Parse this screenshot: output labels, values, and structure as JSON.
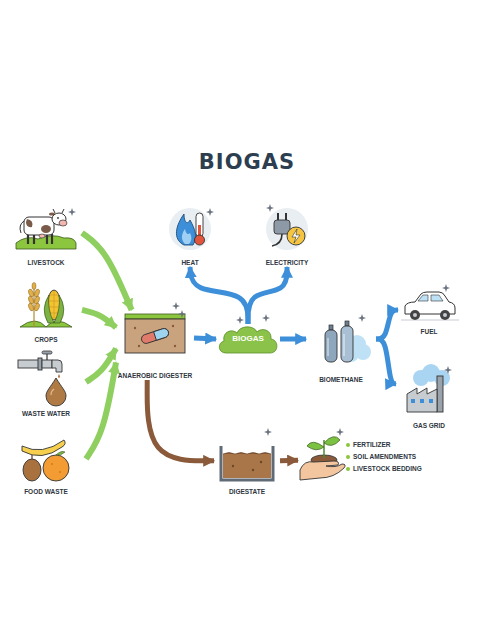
{
  "diagram": {
    "title": "BIOGAS",
    "nodes": [
      {
        "text": [
          "LIVESTOCK"
        ]
      },
      {
        "text": [
          "CROPS"
        ]
      },
      {
        "text": [
          "WASTE WATER"
        ]
      },
      {
        "text": [
          "FOOD WASTE"
        ]
      },
      {
        "text": [
          "ANAEROBIC DIGESTER"
        ]
      },
      {
        "text": [
          "HEAT"
        ]
      },
      {
        "text": [
          "ELECTRICITY"
        ]
      },
      {
        "text": [
          "BIOGAS"
        ]
      },
      {
        "text": [
          "BIOMETHANE"
        ]
      },
      {
        "text": [
          "FUEL"
        ]
      },
      {
        "text": [
          "GAS GRID"
        ]
      },
      {
        "text": [
          "DIGESTATE"
        ]
      },
      {
        "text": [
          "FERTILIZER",
          "SOIL AMENDMENTS",
          "LIVESTOCK BEDDING"
        ]
      }
    ],
    "edges": [
      {
        "from": 0,
        "to": 4,
        "arrow": "to"
      },
      {
        "from": 1,
        "to": 4,
        "arrow": "to"
      },
      {
        "from": 2,
        "to": 4,
        "arrow": "to"
      },
      {
        "from": 3,
        "to": 4,
        "arrow": "to"
      },
      {
        "from": 4,
        "to": 7,
        "arrow": "to"
      },
      {
        "from": 7,
        "to": 5,
        "arrow": "to"
      },
      {
        "from": 7,
        "to": 6,
        "arrow": "to"
      },
      {
        "from": 7,
        "to": 8,
        "arrow": "to"
      },
      {
        "from": 8,
        "to": 9,
        "arrow": "to"
      },
      {
        "from": 8,
        "to": 10,
        "arrow": "to"
      },
      {
        "from": 4,
        "to": 11,
        "arrow": "to"
      },
      {
        "from": 11,
        "to": 12,
        "arrow": "to"
      }
    ]
  }
}
